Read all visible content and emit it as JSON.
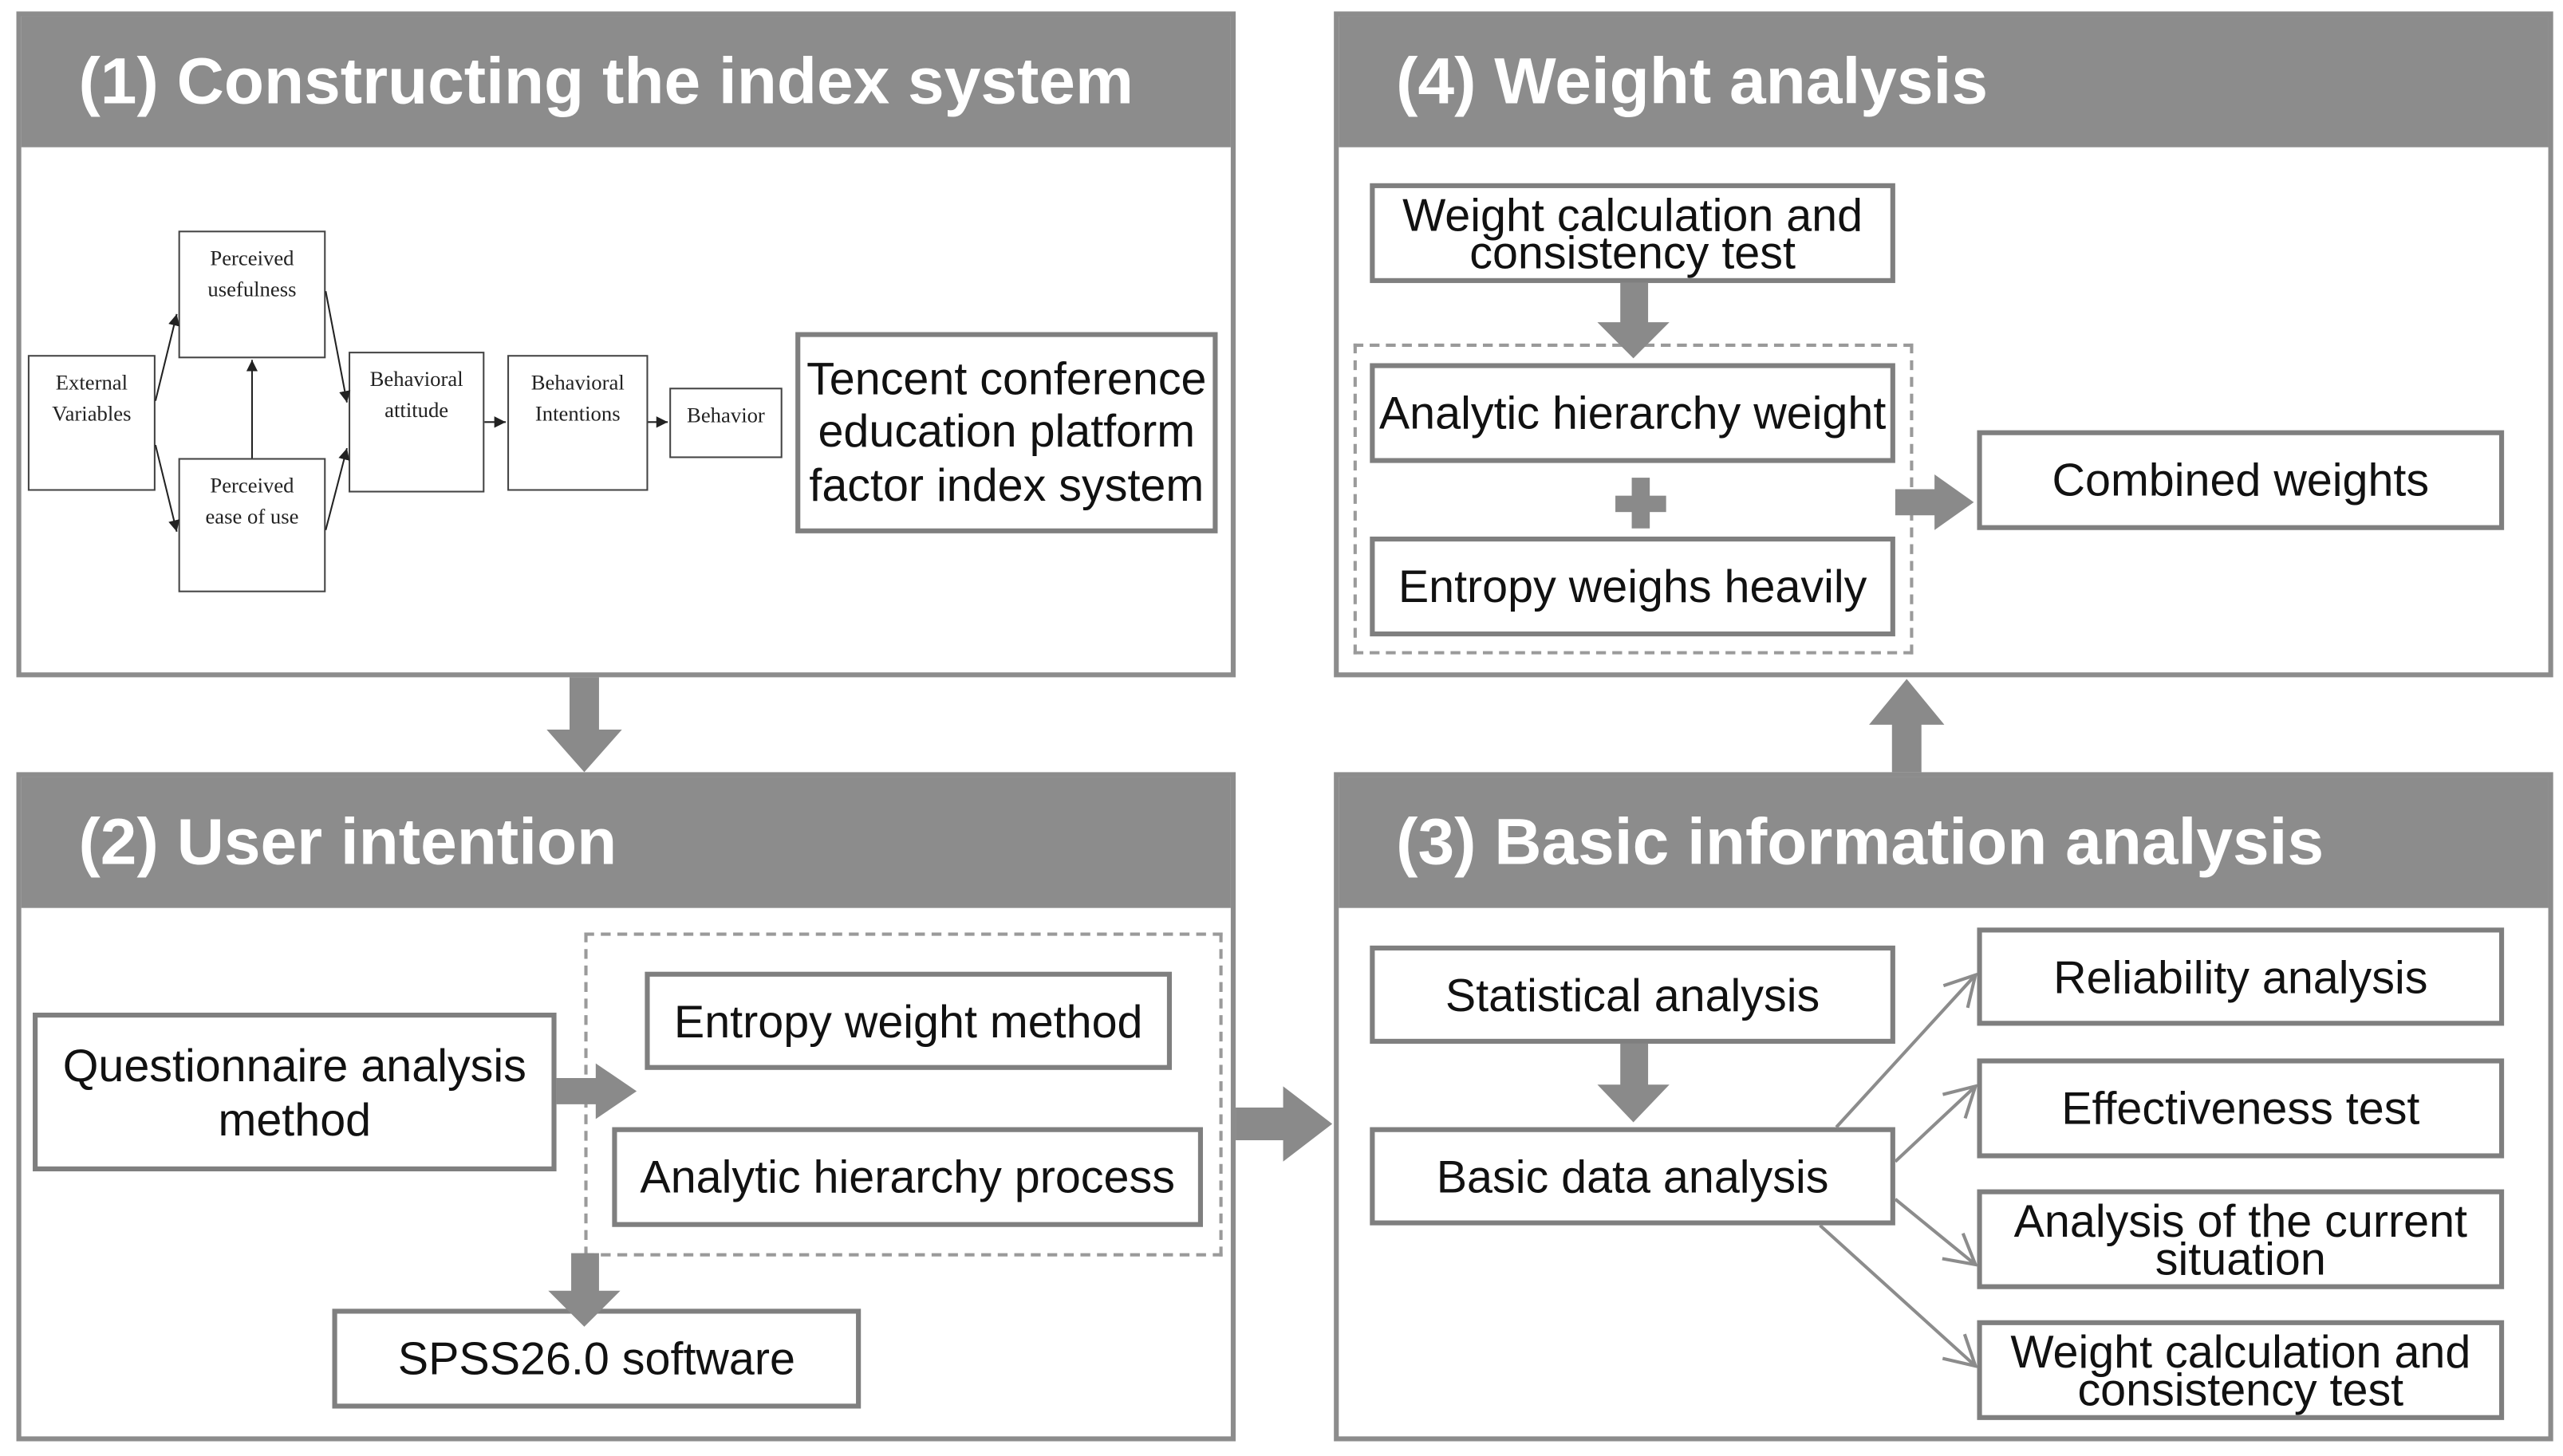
{
  "colors": {
    "header_fill": "#8c8c8c",
    "header_text": "#ffffff",
    "panel_border": "#8c8c8c",
    "box_border": "#7f7f7f",
    "arrow": "#8a8a8a",
    "text": "#111111"
  },
  "panel1": {
    "title": "(1) Constructing the index system",
    "tam_model": {
      "external_variables": "External\nVariables",
      "perceived_usefulness": "Perceived\nusefulness",
      "perceived_ease_of_use": "Perceived\nease of use",
      "behavioral_attitude": "Behavioral\nattitude",
      "behavioral_intentions": "Behavioral\nIntentions",
      "behavior": "Behavior"
    },
    "index_system": "Tencent conference\neducation platform\nfactor index system"
  },
  "panel2": {
    "title": "(2) User intention",
    "questionnaire": "Questionnaire analysis\nmethod",
    "entropy_method": "Entropy weight method",
    "ahp": "Analytic hierarchy process",
    "software": "SPSS26.0 software"
  },
  "panel3": {
    "title": "(3) Basic information analysis",
    "statistical": "Statistical analysis",
    "basic_data": "Basic data analysis",
    "outputs": [
      "Reliability analysis",
      "Effectiveness test",
      "Analysis of the current\nsituation",
      "Weight calculation and\nconsistency test"
    ]
  },
  "panel4": {
    "title": "(4) Weight analysis",
    "weight_calc": "Weight calculation and\nconsistency test",
    "ahp_weight": "Analytic hierarchy weight",
    "entropy_weight": "Entropy weighs heavily",
    "combined": "Combined weights"
  }
}
